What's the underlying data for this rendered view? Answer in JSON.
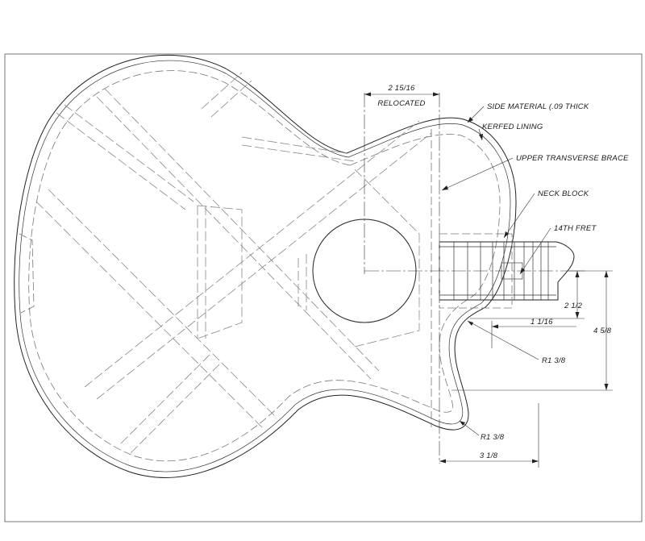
{
  "labels": {
    "relocated_value": "2 15/16",
    "relocated_word": "RELOCATED",
    "side_material": "SIDE MATERIAL (.09 THICK",
    "kerfed_lining": "KERFED LINING",
    "upper_transverse_brace": "UPPER TRANSVERSE BRACE",
    "neck_block": "NECK BLOCK",
    "fret_14": "14TH FRET",
    "dim_2_1_2": "2 1/2",
    "dim_1_1_16": "1 1/16",
    "dim_4_5_8": "4 5/8",
    "radius_upper": "R1 3/8",
    "radius_lower": "R1 3/8",
    "dim_3_1_8": "3 1/8"
  }
}
